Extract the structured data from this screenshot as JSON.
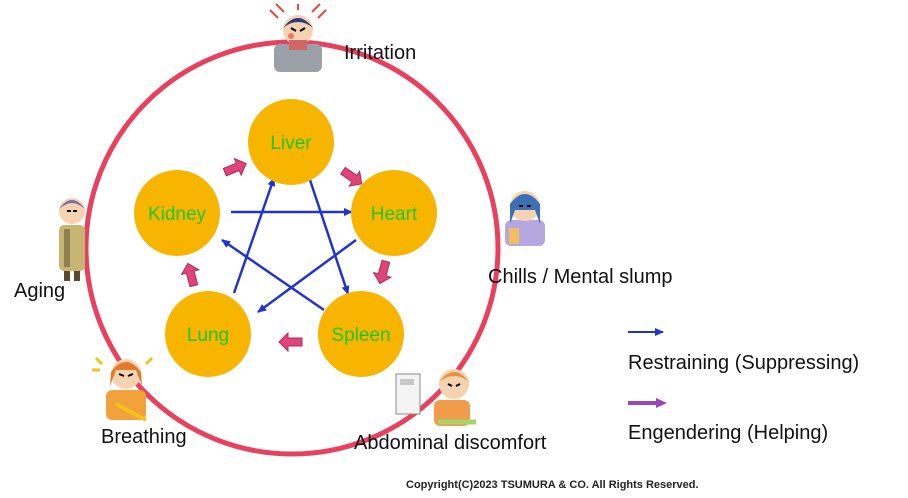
{
  "organs": {
    "liver": "Liver",
    "heart": "Heart",
    "spleen": "Spleen",
    "lung": "Lung",
    "kidney": "Kidney"
  },
  "symptoms": {
    "irritation": "Irritation",
    "chills": "Chills / Mental slump",
    "abdominal": "Abdominal discomfort",
    "breathing": "Breathing",
    "aging": "Aging"
  },
  "legend": {
    "restraining": "Restraining (Suppressing)",
    "engendering": "Engendering (Helping)"
  },
  "copyright": "Copyright(C)2023 TSUMURA & CO. All Rights Reserved.",
  "colors": {
    "organ_fill": "#F7B500",
    "organ_text": "#22C422",
    "outer_ring": "#E8415F",
    "restraining_arrow": "#2233CC",
    "engendering_arrow": "#E0457A"
  }
}
